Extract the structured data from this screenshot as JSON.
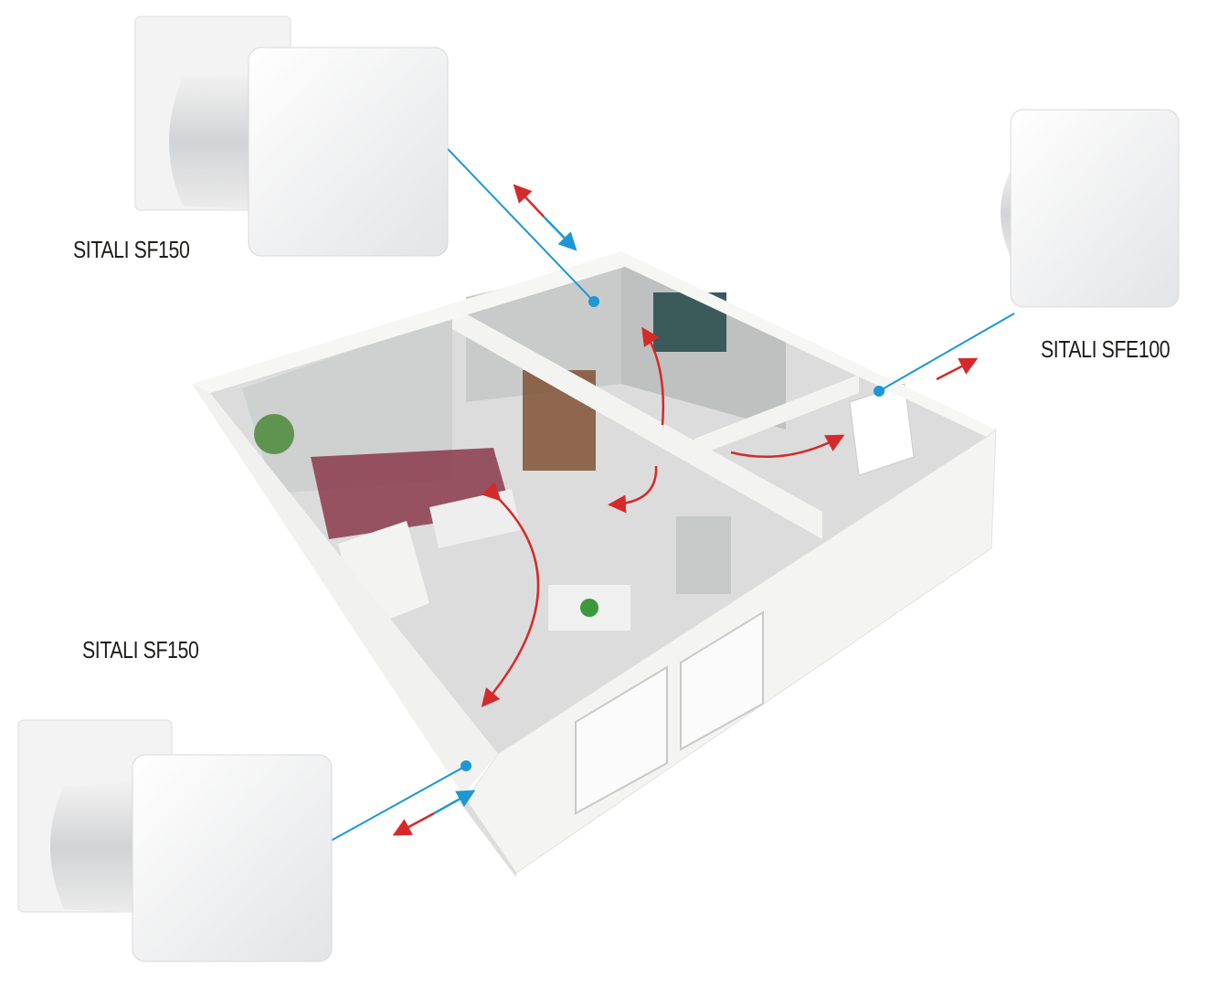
{
  "labels": {
    "top_left_unit": "SITALI SF150",
    "right_unit": "SITALI SFE100",
    "bottom_left_unit": "SITALI SF150"
  },
  "colors": {
    "duct_line": "#1e97d4",
    "airflow_arrow": "#d42a2a",
    "wall": "#f4f4f2",
    "floor": "#d9d9d9"
  }
}
